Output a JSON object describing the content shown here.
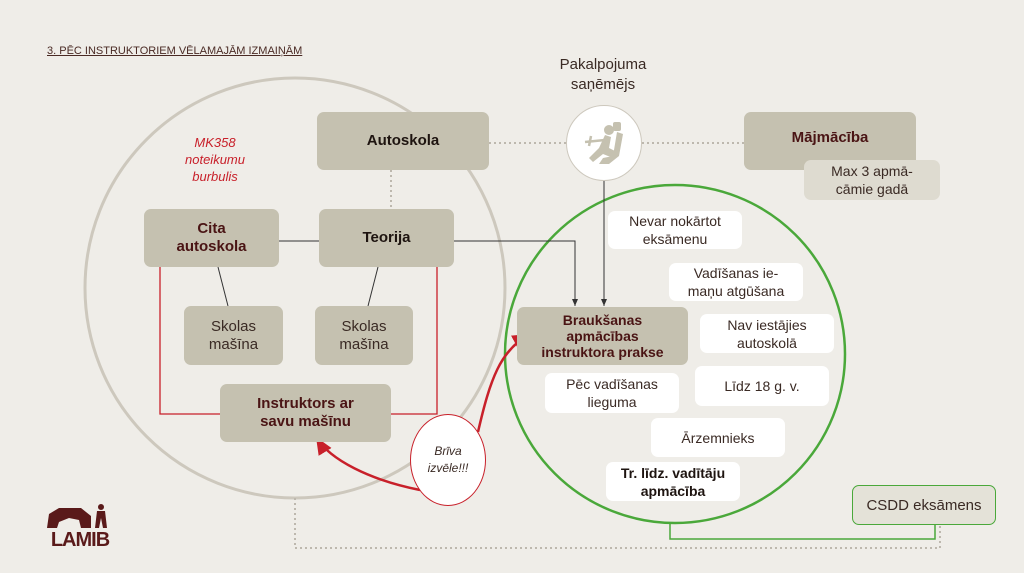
{
  "title": "3. PĒC INSTRUKTORIEM VĒLAMAJĀM IZMAIŅĀM",
  "note": {
    "line1": "MK358",
    "line2": "noteikumu",
    "line3": "burbulis"
  },
  "service_recipient": {
    "line1": "Pakalpojuma",
    "line2": "saņēmējs",
    "icon": "driver-seat-icon"
  },
  "boxes": {
    "autoskola": "Autoskola",
    "cita_autoskola": {
      "line1": "Cita",
      "line2": "autoskola"
    },
    "teorija": "Teorija",
    "skolas_masina_1": {
      "line1": "Skolas",
      "line2": "mašīna"
    },
    "skolas_masina_2": {
      "line1": "Skolas",
      "line2": "mašīna"
    },
    "instruktors": {
      "line1": "Instruktors ar",
      "line2": "savu mašīnu"
    },
    "brauksanas": {
      "line1": "Braukšanas",
      "line2": "apmācības",
      "line3": "instruktora prakse"
    },
    "majmaciba": "Mājmācība",
    "max3": {
      "line1": "Max 3 apmā-",
      "line2": "cāmie gadā"
    }
  },
  "reasons": [
    {
      "line1": "Nevar nokārtot",
      "line2": "eksāmenu"
    },
    {
      "line1": "Vadīšanas ie-",
      "line2": "maņu atgūšana"
    },
    {
      "line1": "Nav iestājies",
      "line2": "autoskolā"
    },
    {
      "line1": "Pēc vadīšanas",
      "line2": "lieguma"
    },
    {
      "line1": "Līdz 18 g. v.",
      "line2": ""
    },
    {
      "line1": "Ārzemnieks",
      "line2": ""
    },
    {
      "line1": "Tr. līdz. vadītāju",
      "line2": "apmācība"
    }
  ],
  "free_choice": {
    "line1": "Brīva",
    "line2": "izvēle!!!"
  },
  "csdd": "CSDD eksāmens",
  "logo": "LAMIB",
  "colors": {
    "red": "#c8202a",
    "green": "#4aa83a",
    "tan": "#c5c1b0",
    "bg": "#efede8"
  }
}
